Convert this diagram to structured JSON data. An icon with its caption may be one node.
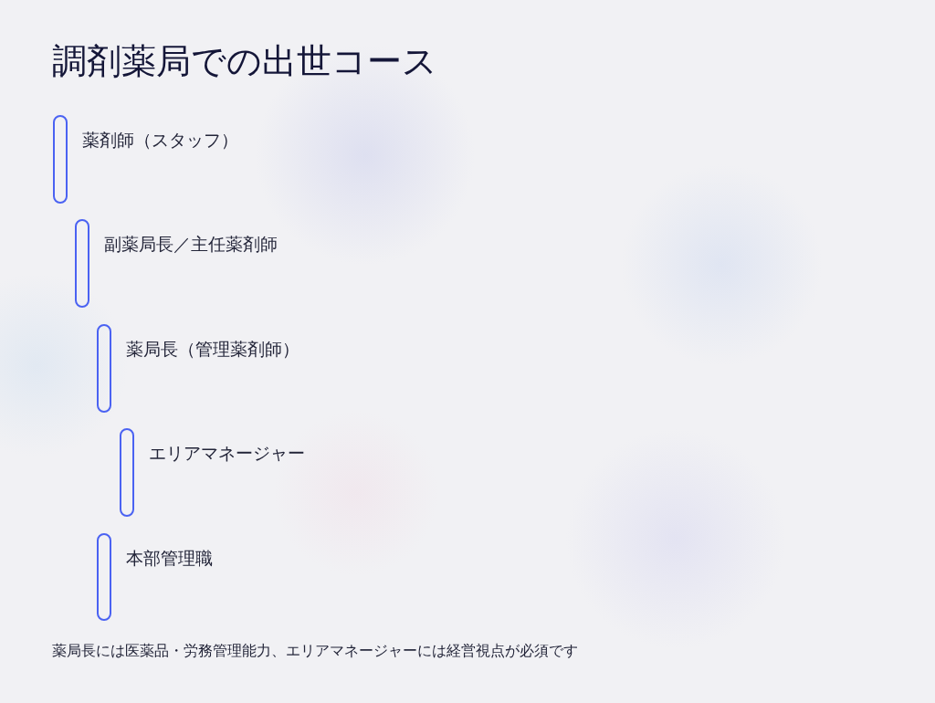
{
  "diagram": {
    "title": "調剤薬局での出世コース",
    "nodes": [
      {
        "text": [],
        "shape": "bar",
        "beside": [
          "薬剤師（スタッフ）"
        ]
      },
      {
        "text": [],
        "shape": "bar",
        "beside": [
          "副薬局長／主任薬剤師"
        ]
      },
      {
        "text": [],
        "shape": "bar",
        "beside": [
          "薬局長（管理薬剤師）"
        ]
      },
      {
        "text": [],
        "shape": "bar",
        "beside": [
          "エリアマネージャー"
        ]
      },
      {
        "text": [],
        "shape": "bar",
        "beside": [
          "本部管理職"
        ]
      }
    ],
    "caption": "薬局長には医薬品・労務管理能力、エリアマネージャーには経営視点が必須です"
  }
}
